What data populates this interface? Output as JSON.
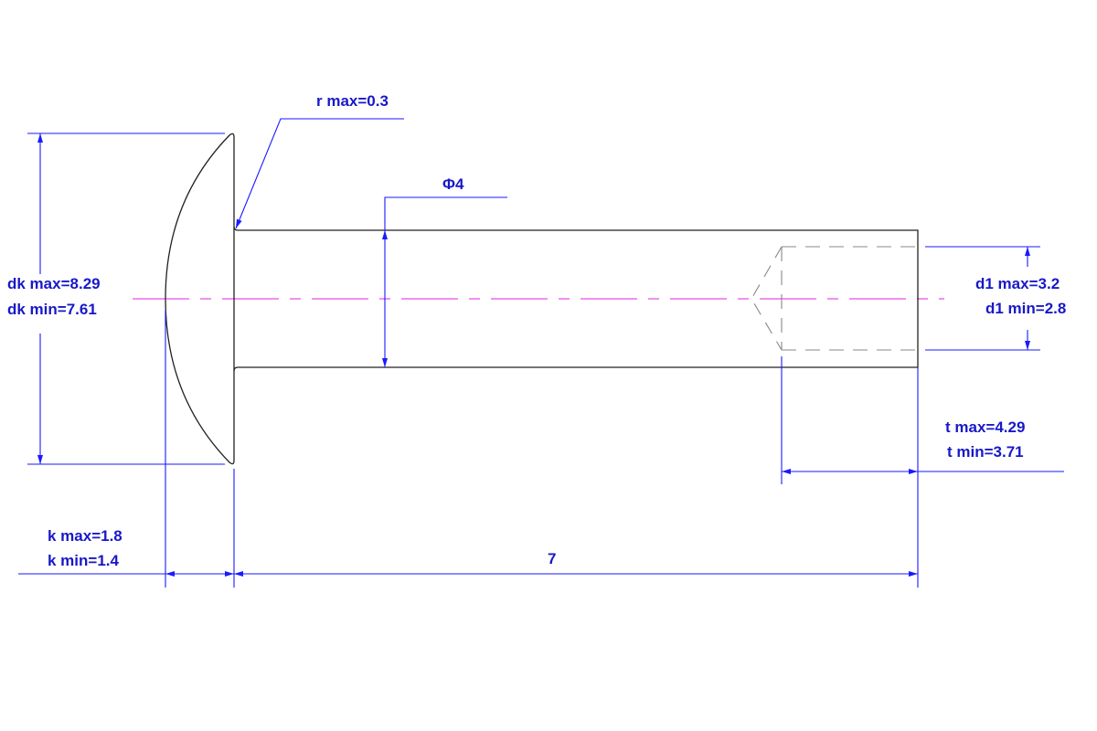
{
  "title": "Round head rivet with hollow end",
  "dimensions": {
    "r": "r max=0.3",
    "shank_diameter": "Φ4",
    "dk_max": "dk max=8.29",
    "dk_min": "dk min=7.61",
    "d1_max": "d1 max=3.2",
    "d1_min": "d1 min=2.8",
    "t_max": "t max=4.29",
    "t_min": "t min=3.71",
    "k_max": "k max=1.8",
    "k_min": "k min=1.4",
    "length": "7"
  },
  "colors": {
    "dimension": "#1a1aff",
    "text": "#1818c8",
    "centerline": "#e020e0",
    "hidden": "#888888",
    "outline": "#222222"
  }
}
